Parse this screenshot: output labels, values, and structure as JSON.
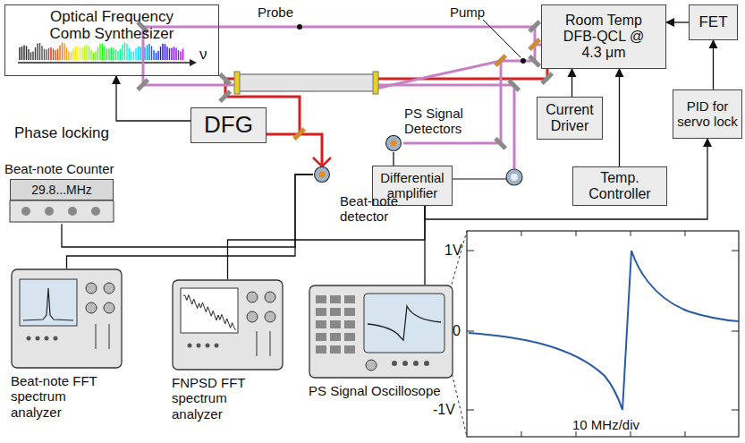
{
  "diagram": {
    "nodes": [
      {
        "text": [
          "Optical Frequency Comb Synthesizer"
        ]
      },
      {
        "text": [
          "DFG"
        ]
      },
      {
        "text": [
          "Room Temp DFB-QCL @ 4.3 μm"
        ]
      },
      {
        "text": [
          "FET"
        ]
      },
      {
        "text": [
          "Current Driver"
        ]
      },
      {
        "text": [
          "Temp. Controller"
        ]
      },
      {
        "text": [
          "PID for servo lock"
        ]
      },
      {
        "text": [
          "Differential amplifier"
        ]
      },
      {
        "text": [
          "Beat-note Counter",
          "29.8...MHz"
        ]
      },
      {
        "text": [
          "Beat-note detector"
        ]
      },
      {
        "text": [
          "PS Signal Detectors"
        ]
      },
      {
        "text": [
          "Beat-note FFT spectrum analyzer"
        ]
      },
      {
        "text": [
          "FNPSD FFT spectrum analyzer"
        ]
      },
      {
        "text": [
          "PS Signal Oscillosope"
        ]
      }
    ],
    "edges": [
      {
        "from": 1,
        "to": 0,
        "arrow": "to",
        "label": "Phase locking"
      },
      {
        "from": 3,
        "to": 2,
        "arrow": "to"
      },
      {
        "from": 4,
        "to": 2,
        "arrow": "to"
      },
      {
        "from": 5,
        "to": 2,
        "arrow": "to"
      },
      {
        "from": 6,
        "to": 3,
        "arrow": "to"
      },
      {
        "from": 9,
        "to": 8,
        "arrow": "none"
      },
      {
        "from": 9,
        "to": 11,
        "arrow": "none"
      },
      {
        "from": 10,
        "to": 7,
        "arrow": "none"
      },
      {
        "from": 7,
        "to": 12,
        "arrow": "none"
      },
      {
        "from": 7,
        "to": 13,
        "arrow": "none"
      },
      {
        "from": 7,
        "to": 6,
        "arrow": "to"
      }
    ],
    "labels": [
      "Probe",
      "Pump",
      "ν",
      "1V",
      "0",
      "-1V",
      "10 MHz/div"
    ]
  }
}
